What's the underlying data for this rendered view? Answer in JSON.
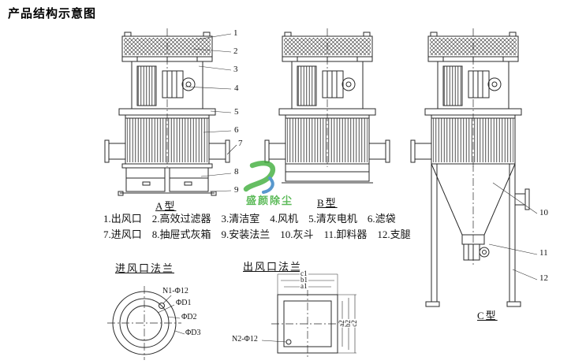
{
  "page": {
    "title": "产品结构示意图"
  },
  "watermark": {
    "text": "盛颜除尘"
  },
  "machines": {
    "a": {
      "label": "A型"
    },
    "b": {
      "label": "B型"
    },
    "c": {
      "label": "C型"
    }
  },
  "callouts": {
    "a": [
      "1",
      "2",
      "3",
      "4",
      "5",
      "6",
      "7",
      "8",
      "9"
    ],
    "c": [
      "10",
      "11",
      "12"
    ]
  },
  "parts": [
    "1.出风口",
    "2.高效过滤器",
    "3.清洁室",
    "4.风机",
    "5.清灰电机",
    "6.滤袋",
    "7.进风口",
    "8.抽屉式灰箱",
    "9.安装法兰",
    "10.灰斗",
    "11.卸料器",
    "12.支腿"
  ],
  "inlet_flange": {
    "title": "进风口法兰",
    "bolt_label": "N1-Φ12",
    "d1": "ΦD1",
    "d2": "ΦD2",
    "d3": "ΦD3"
  },
  "outlet_flange": {
    "title": "出风口法兰",
    "bolt_label": "N2-Φ12",
    "c1": "c1",
    "b1": "b1",
    "a1": "a1",
    "a2": "a2",
    "b2": "b2",
    "c2": "c2"
  }
}
